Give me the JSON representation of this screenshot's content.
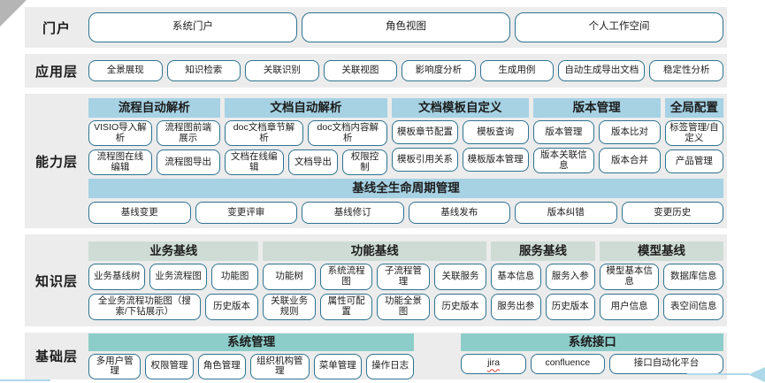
{
  "portal": {
    "label": "门户",
    "items": [
      "系统门户",
      "角色视图",
      "个人工作空间"
    ]
  },
  "app": {
    "label": "应用层",
    "items": [
      "全景展现",
      "知识检索",
      "关联识别",
      "关联视图",
      "影响度分析",
      "生成用例",
      "自动生成导出文档",
      "稳定性分析"
    ]
  },
  "capability": {
    "label": "能力层",
    "groups": [
      {
        "title": "流程自动解析",
        "rows": [
          [
            "VISIO导入解析",
            "流程图前端展示"
          ],
          [
            "流程图在线编辑",
            "流程图导出"
          ]
        ]
      },
      {
        "title": "文档自动解析",
        "rows": [
          [
            "doc文档章节解析",
            "doc文档内容解析"
          ],
          [
            "文档在线编辑",
            "文档导出",
            "权限控制"
          ]
        ]
      },
      {
        "title": "文档模板自定义",
        "rows": [
          [
            "模板章节配置",
            "模板查询"
          ],
          [
            "模板引用关系",
            "模板版本管理"
          ]
        ]
      },
      {
        "title": "版本管理",
        "rows": [
          [
            "版本管理",
            "版本比对"
          ],
          [
            "版本关联信息",
            "版本合并"
          ]
        ]
      },
      {
        "title": "全局配置",
        "rows": [
          [
            "标签管理/自定义"
          ],
          [
            "产品管理"
          ]
        ]
      }
    ],
    "baseline": {
      "title": "基线全生命周期管理",
      "items": [
        "基线变更",
        "变更评审",
        "基线修订",
        "基线发布",
        "版本纠错",
        "变更历史"
      ]
    }
  },
  "knowledge": {
    "label": "知识层",
    "groups": [
      {
        "title": "业务基线",
        "rows": [
          [
            "业务基线树",
            "业务流程图",
            "功能图"
          ],
          [
            "全业务流程功能图（搜索/下钻展示）",
            "历史版本"
          ]
        ]
      },
      {
        "title": "功能基线",
        "rows": [
          [
            "功能树",
            "系统流程图",
            "子流程管理",
            "关联服务"
          ],
          [
            "关联业务规则",
            "属性可配置",
            "功能全景图",
            "历史版本"
          ]
        ]
      },
      {
        "title": "服务基线",
        "rows": [
          [
            "基本信息",
            "服务入参"
          ],
          [
            "服务出参",
            "历史版本"
          ]
        ]
      },
      {
        "title": "模型基线",
        "rows": [
          [
            "模型基本信息",
            "数据库信息"
          ],
          [
            "用户信息",
            "表空间信息"
          ]
        ]
      }
    ]
  },
  "foundation": {
    "label": "基础层",
    "groups": [
      {
        "title": "系统管理",
        "items": [
          "多用户管理",
          "权限管理",
          "角色管理",
          "组织机构管理",
          "菜单管理",
          "操作日志"
        ]
      },
      {
        "title": "系统接口",
        "items": [
          "jira",
          "confluence",
          "接口自动化平台"
        ]
      }
    ]
  },
  "colors": {
    "band_bg": "#ececec",
    "header_blue": "#a6d2e4",
    "header_green": "#cfdcd6",
    "header_teal": "#8dcdc9",
    "box_border": "#2e7390",
    "arrow_blue": "#aed9ea",
    "corner_gray": "#b5b5b5",
    "text": "#1c1c1c"
  }
}
